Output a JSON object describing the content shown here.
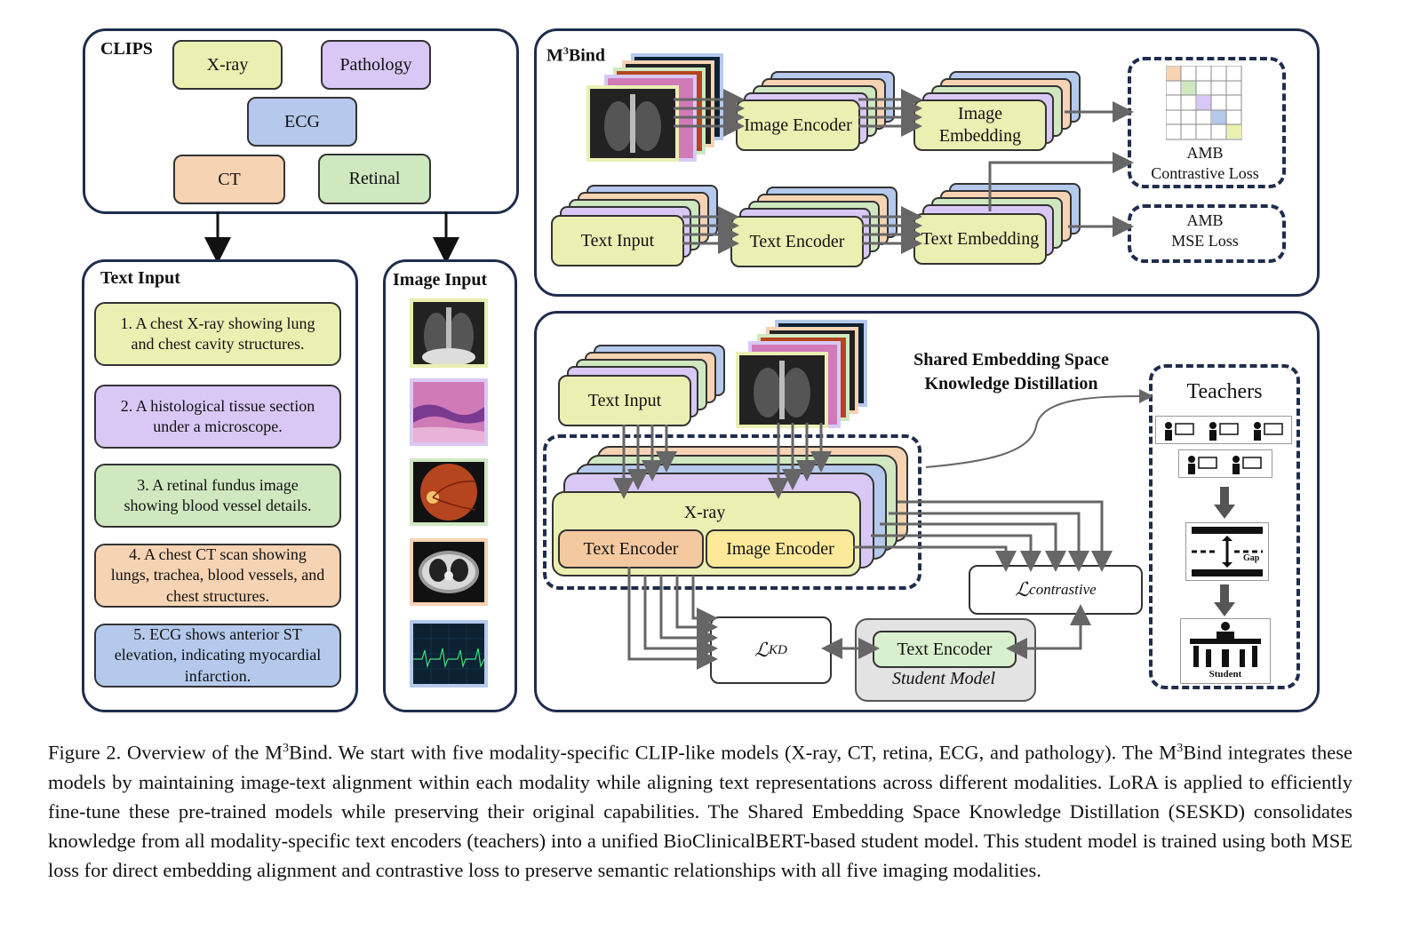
{
  "clips": {
    "title": "CLIPS",
    "modalities": [
      "X-ray",
      "Pathology",
      "ECG",
      "CT",
      "Retinal"
    ]
  },
  "text_input": {
    "title": "Text Input",
    "items": [
      "1. A chest X-ray showing lung and chest cavity structures.",
      "2. A histological tissue section under a microscope.",
      "3. A retinal fundus image showing blood vessel details.",
      "4. A chest CT scan showing lungs, trachea, blood vessels, and chest structures.",
      "5. ECG shows anterior ST elevation, indicating myocardial infarction."
    ]
  },
  "image_input": {
    "title": "Image Input",
    "images": [
      "chest-xray-image",
      "histology-image",
      "retinal-fundus-image",
      "chest-ct-image",
      "ecg-trace-image"
    ]
  },
  "m3bind": {
    "title_prefix": "M",
    "title_sup": "3",
    "title_suffix": "Bind",
    "image_encoder": "Image Encoder",
    "image_embedding": "Image Embedding",
    "text_input": "Text Input",
    "text_encoder": "Text Encoder",
    "text_embedding": "Text Embedding",
    "amb_contrastive": [
      "AMB",
      "Contrastive Loss"
    ],
    "amb_mse": [
      "AMB",
      "MSE Loss"
    ]
  },
  "seskd": {
    "heading_line1": "Shared Embedding Space",
    "heading_line2": "Knowledge Distillation",
    "text_input": "Text Input",
    "xray": "X-ray",
    "text_encoder": "Text Encoder",
    "image_encoder": "Image Encoder",
    "loss_contrastive_main": "ℒ",
    "loss_contrastive_sub": "contrastive",
    "loss_kd_main": "ℒ",
    "loss_kd_sub": "KD",
    "student_encoder": "Text Encoder",
    "student_label": "Student Model",
    "teachers": "Teachers",
    "gap": "Gap",
    "student": "Student"
  },
  "caption": {
    "l1_a": "Figure 2.  Overview of the M",
    "l1_sup": "3",
    "l1_b": "Bind.  We start with five modality-specific CLIP-like models (X-ray, CT, retina, ECG, and pathology).",
    "l2_a": "The M",
    "l2_sup": "3",
    "l2_b": "Bind integrates these models by maintaining image-text alignment within each modality while aligning text representations across different modalities.  LoRA is applied to efficiently fine-tune these pre-trained models while preserving their original capabilities.  The Shared Embedding Space Knowledge Distillation (SESKD) consolidates knowledge from all modality-specific text encoders (teachers) into a unified BioClinicalBERT-based student model. This student model is trained using both MSE loss for direct embedding alignment and contrastive loss to preserve semantic relationships with all five imaging modalities."
  },
  "colors": {
    "xray": "#eaf0b2",
    "pathology": "#d9c8f5",
    "ecg": "#b5c9ec",
    "ct": "#f6d3b3",
    "retinal": "#cfe8c0",
    "text_encoder_orange": "#f5c9a0",
    "image_encoder_yellow": "#fde99a",
    "student_green": "#d9f0cf",
    "panel_border": "#1f2d4d"
  }
}
